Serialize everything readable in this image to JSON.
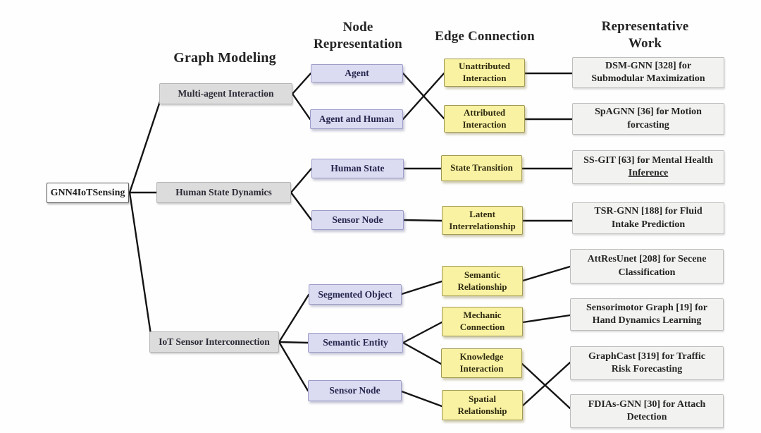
{
  "title": "GNN4IoTSensing taxonomy diagram",
  "root_label": "GNN4IoTSensing",
  "headers": [
    "Graph Modeling",
    "Node Representation",
    "Edge Connection",
    "Representative Work"
  ],
  "graph_modeling": [
    "Multi-agent Interaction",
    "Human State Dynamics",
    "IoT Sensor Interconnection"
  ],
  "node_representation": [
    "Agent",
    "Agent and Human",
    "Human State",
    "Sensor Node",
    "Segmented Object",
    "Semantic Entity",
    "Sensor Node"
  ],
  "edge_connection": [
    "Unattributed Interaction",
    "Attributed Interaction",
    "State Transition",
    "Latent Interrelationship",
    "Semantic Relationship",
    "Mechanic Connection",
    "Knowledge Interaction",
    "Spatial Relationship"
  ],
  "representative_work": [
    {
      "line1": "DSM-GNN [328] for",
      "line2": "Submodular Maximization"
    },
    {
      "line1": "SpAGNN [36] for Motion",
      "line2": "forcasting"
    },
    {
      "line1": "SS-GIT [63] for Mental Health",
      "line2": "Inference"
    },
    {
      "line1": "TSR-GNN [188] for Fluid",
      "line2": "Intake Prediction"
    },
    {
      "line1": "AttResUnet [208] for Secene",
      "line2": "Classification"
    },
    {
      "line1": "Sensorimotor Graph [19] for",
      "line2": "Hand Dynamics Learning"
    },
    {
      "line1": "GraphCast [319] for Traffic",
      "line2": "Risk Forecasting"
    },
    {
      "line1": "FDIAs-GNN [30] for Attach",
      "line2": "Detection"
    }
  ],
  "edges": [
    {
      "from": "GNN4IoTSensing",
      "to": "Multi-agent Interaction"
    },
    {
      "from": "GNN4IoTSensing",
      "to": "Human State Dynamics"
    },
    {
      "from": "GNN4IoTSensing",
      "to": "IoT Sensor Interconnection"
    },
    {
      "from": "Multi-agent Interaction",
      "to": "Agent"
    },
    {
      "from": "Multi-agent Interaction",
      "to": "Agent and Human"
    },
    {
      "from": "Human State Dynamics",
      "to": "Human State"
    },
    {
      "from": "Human State Dynamics",
      "to": "Sensor Node"
    },
    {
      "from": "IoT Sensor Interconnection",
      "to": "Segmented Object"
    },
    {
      "from": "IoT Sensor Interconnection",
      "to": "Semantic Entity"
    },
    {
      "from": "IoT Sensor Interconnection",
      "to": "Sensor Node"
    },
    {
      "from": "Agent",
      "to": "Attributed Interaction"
    },
    {
      "from": "Agent and Human",
      "to": "Unattributed Interaction"
    },
    {
      "from": "Human State",
      "to": "State Transition"
    },
    {
      "from": "Sensor Node",
      "to": "Latent Interrelationship"
    },
    {
      "from": "Segmented Object",
      "to": "Semantic Relationship"
    },
    {
      "from": "Semantic Entity",
      "to": "Mechanic Connection"
    },
    {
      "from": "Semantic Entity",
      "to": "Knowledge Interaction"
    },
    {
      "from": "Sensor Node",
      "to": "Spatial Relationship"
    },
    {
      "from": "Unattributed Interaction",
      "to": "DSM-GNN [328] for Submodular Maximization"
    },
    {
      "from": "Attributed Interaction",
      "to": "SpAGNN [36] for Motion forcasting"
    },
    {
      "from": "State Transition",
      "to": "SS-GIT [63] for Mental Health Inference"
    },
    {
      "from": "Latent Interrelationship",
      "to": "TSR-GNN [188] for Fluid Intake Prediction"
    },
    {
      "from": "Semantic Relationship",
      "to": "AttResUnet [208] for Secene Classification"
    },
    {
      "from": "Mechanic Connection",
      "to": "Sensorimotor Graph [19] for Hand Dynamics Learning"
    },
    {
      "from": "Knowledge Interaction",
      "to": "FDIAs-GNN [30] for Attach Detection"
    },
    {
      "from": "Spatial Relationship",
      "to": "GraphCast [319] for Traffic Risk Forecasting"
    }
  ],
  "colors": {
    "graph_modeling_fill": "#dcdcdc",
    "node_representation_fill": "#dbdbf2",
    "edge_connection_fill": "#f9f2a2",
    "representative_work_fill": "#f2f2f0",
    "connector": "#141414"
  }
}
